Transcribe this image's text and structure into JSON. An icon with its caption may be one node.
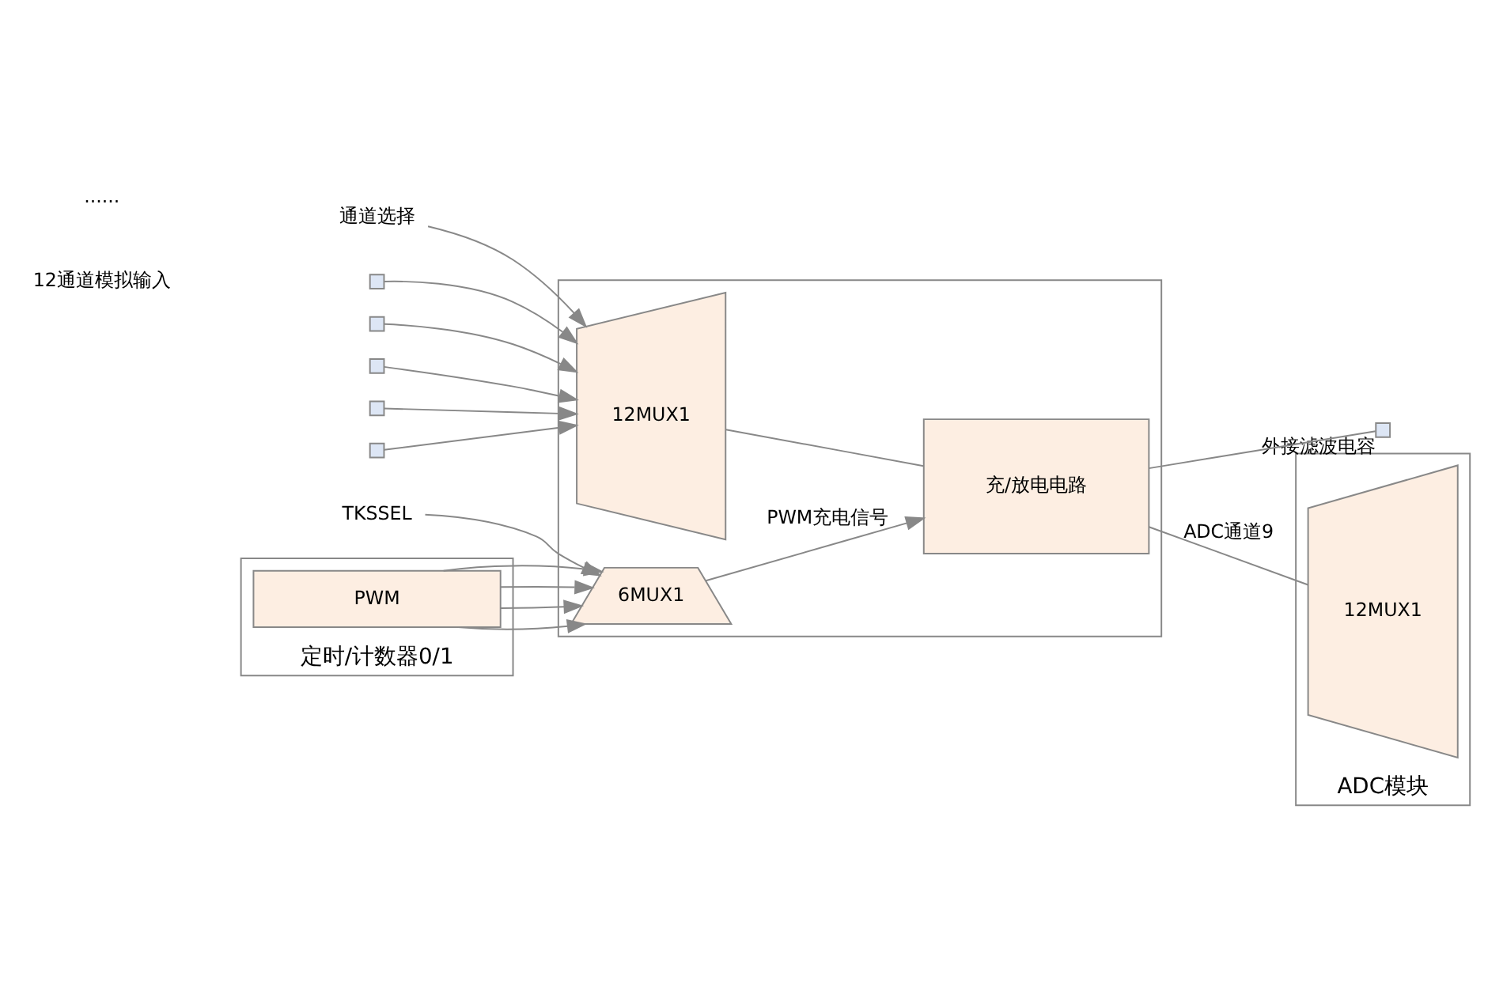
{
  "diagram": {
    "nodes": [
      {
        "text": [
          "通道选择"
        ]
      },
      {
        "text": [],
        "shape": "box",
        "beside": [
          "外接滤波电容"
        ]
      },
      {
        "text": [],
        "shape": "box"
      },
      {
        "text": [],
        "shape": "box"
      },
      {
        "text": [],
        "shape": "box"
      },
      {
        "text": [],
        "shape": "box"
      },
      {
        "text": [],
        "shape": "box"
      },
      {
        "text": [],
        "shape": "box"
      },
      {
        "text": [
          "12MUX1"
        ],
        "in": 2
      },
      {
        "text": [
          "充/放电电路"
        ],
        "in": 2
      },
      {
        "text": [
          "TKSSEL"
        ]
      },
      {
        "text": [
          "6MUX1"
        ],
        "in": 2
      },
      {
        "text": [
          "ADC模块"
        ]
      },
      {
        "text": [
          "12MUX1"
        ],
        "in": 12
      },
      {
        "text": [
          "定时/计数器0/1"
        ]
      },
      {
        "text": [
          "PWM"
        ],
        "in": 14
      }
    ],
    "edges": [
      {
        "from": 0,
        "to": 8,
        "arrow": "to"
      },
      {
        "from": 3,
        "to": 8,
        "arrow": "to"
      },
      {
        "from": 4,
        "to": 8,
        "arrow": "to"
      },
      {
        "from": 5,
        "to": 8,
        "arrow": "to"
      },
      {
        "from": 6,
        "to": 8,
        "arrow": "to"
      },
      {
        "from": 7,
        "to": 8,
        "arrow": "to"
      },
      {
        "from": 8,
        "to": 9,
        "arrow": "none"
      },
      {
        "from": 9,
        "to": 1,
        "arrow": "none"
      },
      {
        "from": 9,
        "to": 13,
        "arrow": "none",
        "label": "ADC通道9"
      },
      {
        "from": 10,
        "to": 11,
        "arrow": "to"
      },
      {
        "from": 11,
        "to": 9,
        "arrow": "to",
        "label": "PWM充电信号"
      },
      {
        "from": 15,
        "to": 11,
        "arrow": "to"
      },
      {
        "from": 15,
        "to": 11,
        "arrow": "to"
      },
      {
        "from": 15,
        "to": 11,
        "arrow": "to"
      },
      {
        "from": 15,
        "to": 11,
        "arrow": "to"
      }
    ],
    "labels": [
      "12通道模拟输入",
      "......"
    ]
  }
}
